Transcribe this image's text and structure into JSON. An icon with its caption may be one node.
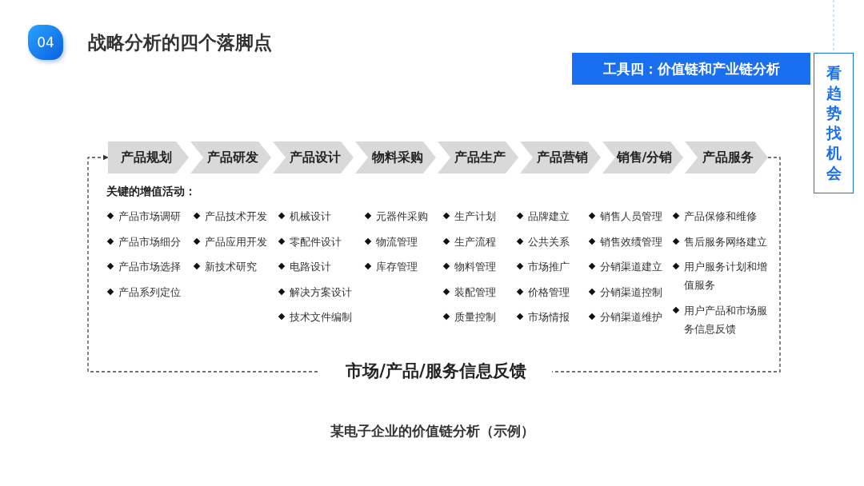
{
  "diagram": {
    "title": "战略分析的四个落脚点",
    "caption": "某电子企业的价值链分析（示例）",
    "nodes": [
      {
        "text": [
          "产品规划"
        ],
        "beside": [
          "产品市场调研",
          "产品市场细分",
          "产品市场选择",
          "产品系列定位"
        ]
      },
      {
        "text": [
          "产品研发"
        ],
        "beside": [
          "产品技术开发",
          "产品应用开发",
          "新技术研究"
        ]
      },
      {
        "text": [
          "产品设计"
        ],
        "beside": [
          "机械设计",
          "零配件设计",
          "电路设计",
          "解决方案设计",
          "技术文件编制"
        ]
      },
      {
        "text": [
          "物料采购"
        ],
        "beside": [
          "元器件采购",
          "物流管理",
          "库存管理"
        ]
      },
      {
        "text": [
          "产品生产"
        ],
        "beside": [
          "生产计划",
          "生产流程",
          "物料管理",
          "装配管理",
          "质量控制"
        ]
      },
      {
        "text": [
          "产品营销"
        ],
        "beside": [
          "品牌建立",
          "公共关系",
          "市场推广",
          "价格管理",
          "市场情报"
        ]
      },
      {
        "text": [
          "销售/分销"
        ],
        "beside": [
          "销售人员管理",
          "销售效绩管理",
          "分销渠道建立",
          "分销渠道控制",
          "分销渠道维护"
        ]
      },
      {
        "text": [
          "产品服务"
        ],
        "beside": [
          "产品保修和维修",
          "售后服务网络建立",
          "用户服务计划和增值服务",
          "用户产品和市场服务信息反馈"
        ]
      },
      {
        "text": [
          "04"
        ]
      },
      {
        "text": [
          "工具四：价值链和产业链分析"
        ]
      },
      {
        "text": [
          "看趋势找机会"
        ]
      }
    ],
    "edges": [
      {
        "from": 7,
        "to": 0,
        "arrow": "to",
        "label": "市场/产品/服务信息反馈",
        "style": "dashed"
      }
    ],
    "labels": [
      "关键的增值活动："
    ]
  }
}
